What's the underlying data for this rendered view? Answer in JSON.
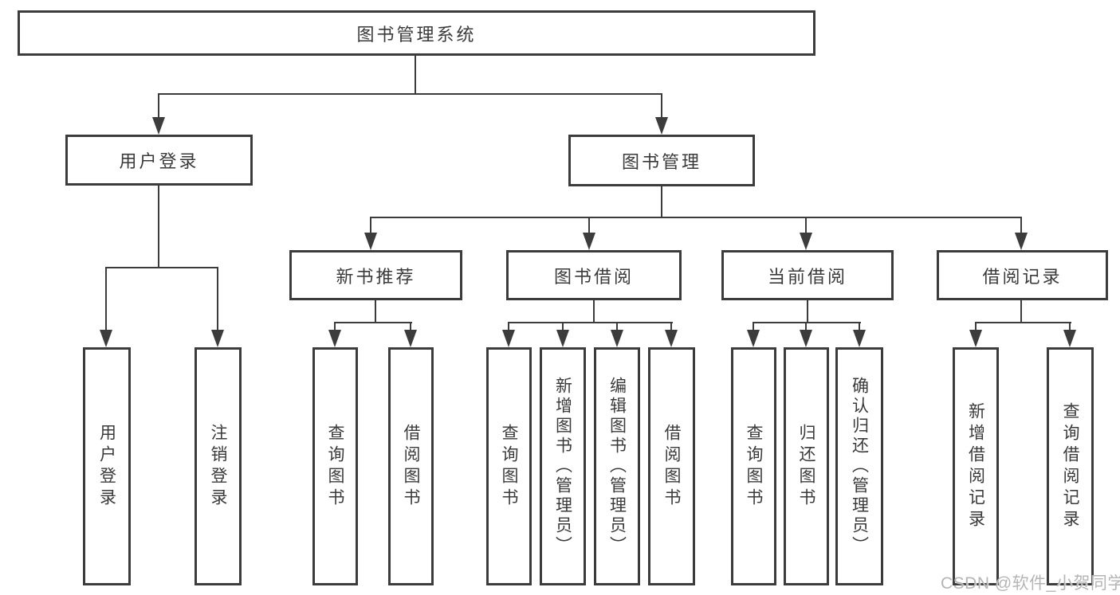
{
  "colors": {
    "line": "#3c3c3c",
    "box_border": "#3c3c3c",
    "box_background": "#ffffff",
    "text": "#3a3a3a",
    "watermark": "#b5b5b5"
  },
  "nodes": {
    "root": {
      "label": "图书管理系统"
    },
    "user_login": {
      "label": "用户登录"
    },
    "book_mgmt": {
      "label": "图书管理"
    },
    "new_book_rec": {
      "label": "新书推荐"
    },
    "book_borrow": {
      "label": "图书借阅"
    },
    "current_borrow": {
      "label": "当前借阅"
    },
    "borrow_records": {
      "label": "借阅记录"
    },
    "user_login_action": {
      "label": "用户登录"
    },
    "logout_action": {
      "label": "注销登录"
    },
    "rec_query_books": {
      "label": "查询图书"
    },
    "rec_borrow_books": {
      "label": "借阅图书"
    },
    "bor_query_books": {
      "label": "查询图书"
    },
    "bor_add_books": {
      "label": "新增图书（管理员）"
    },
    "bor_edit_books": {
      "label": "编辑图书（管理员）"
    },
    "bor_borrow_books": {
      "label": "借阅图书"
    },
    "cur_query_books": {
      "label": "查询图书"
    },
    "cur_return_books": {
      "label": "归还图书"
    },
    "cur_confirm_return": {
      "label": "确认归还（管理员）"
    },
    "hist_add_record": {
      "label": "新增借阅记录"
    },
    "hist_query_record": {
      "label": "查询借阅记录"
    }
  },
  "watermark": {
    "text": "CSDN @软件_小贺同学"
  }
}
